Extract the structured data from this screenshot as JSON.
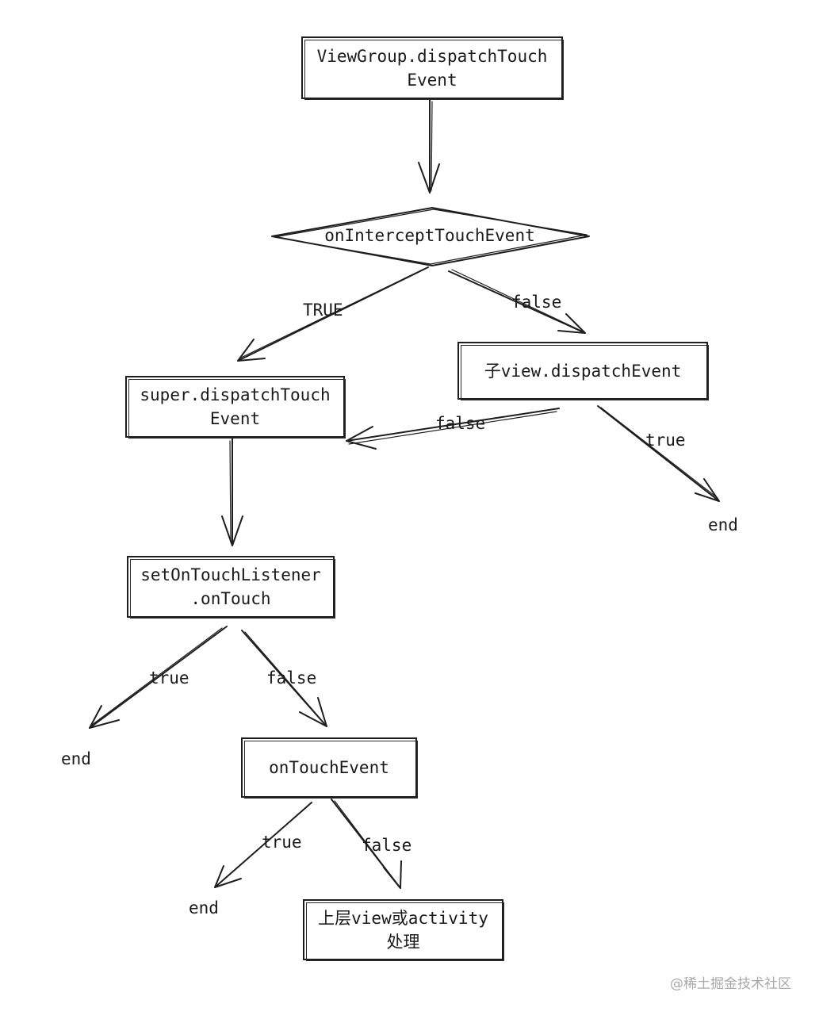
{
  "nodes": {
    "dispatch_touch_event": "ViewGroup.dispatchTouch\nEvent",
    "on_intercept_touch_event": "onInterceptTouchEvent",
    "child_dispatch_event": "子view.dispatchEvent",
    "super_dispatch_touch_event": "super.dispatchTouch\nEvent",
    "set_on_touch_listener": "setOnTouchListener\n.onTouch",
    "on_touch_event": "onTouchEvent",
    "parent_handling": "上层view或activity\n处理"
  },
  "edges": {
    "intercept_true": "TRUE",
    "intercept_false": "false",
    "child_false": "false",
    "child_true": "true",
    "listener_true": "true",
    "listener_false": "false",
    "touch_event_true": "true",
    "touch_event_false": "false"
  },
  "terminals": {
    "child_end": "end",
    "listener_end": "end",
    "touch_event_end": "end"
  },
  "watermark": "@稀土掘金技术社区"
}
